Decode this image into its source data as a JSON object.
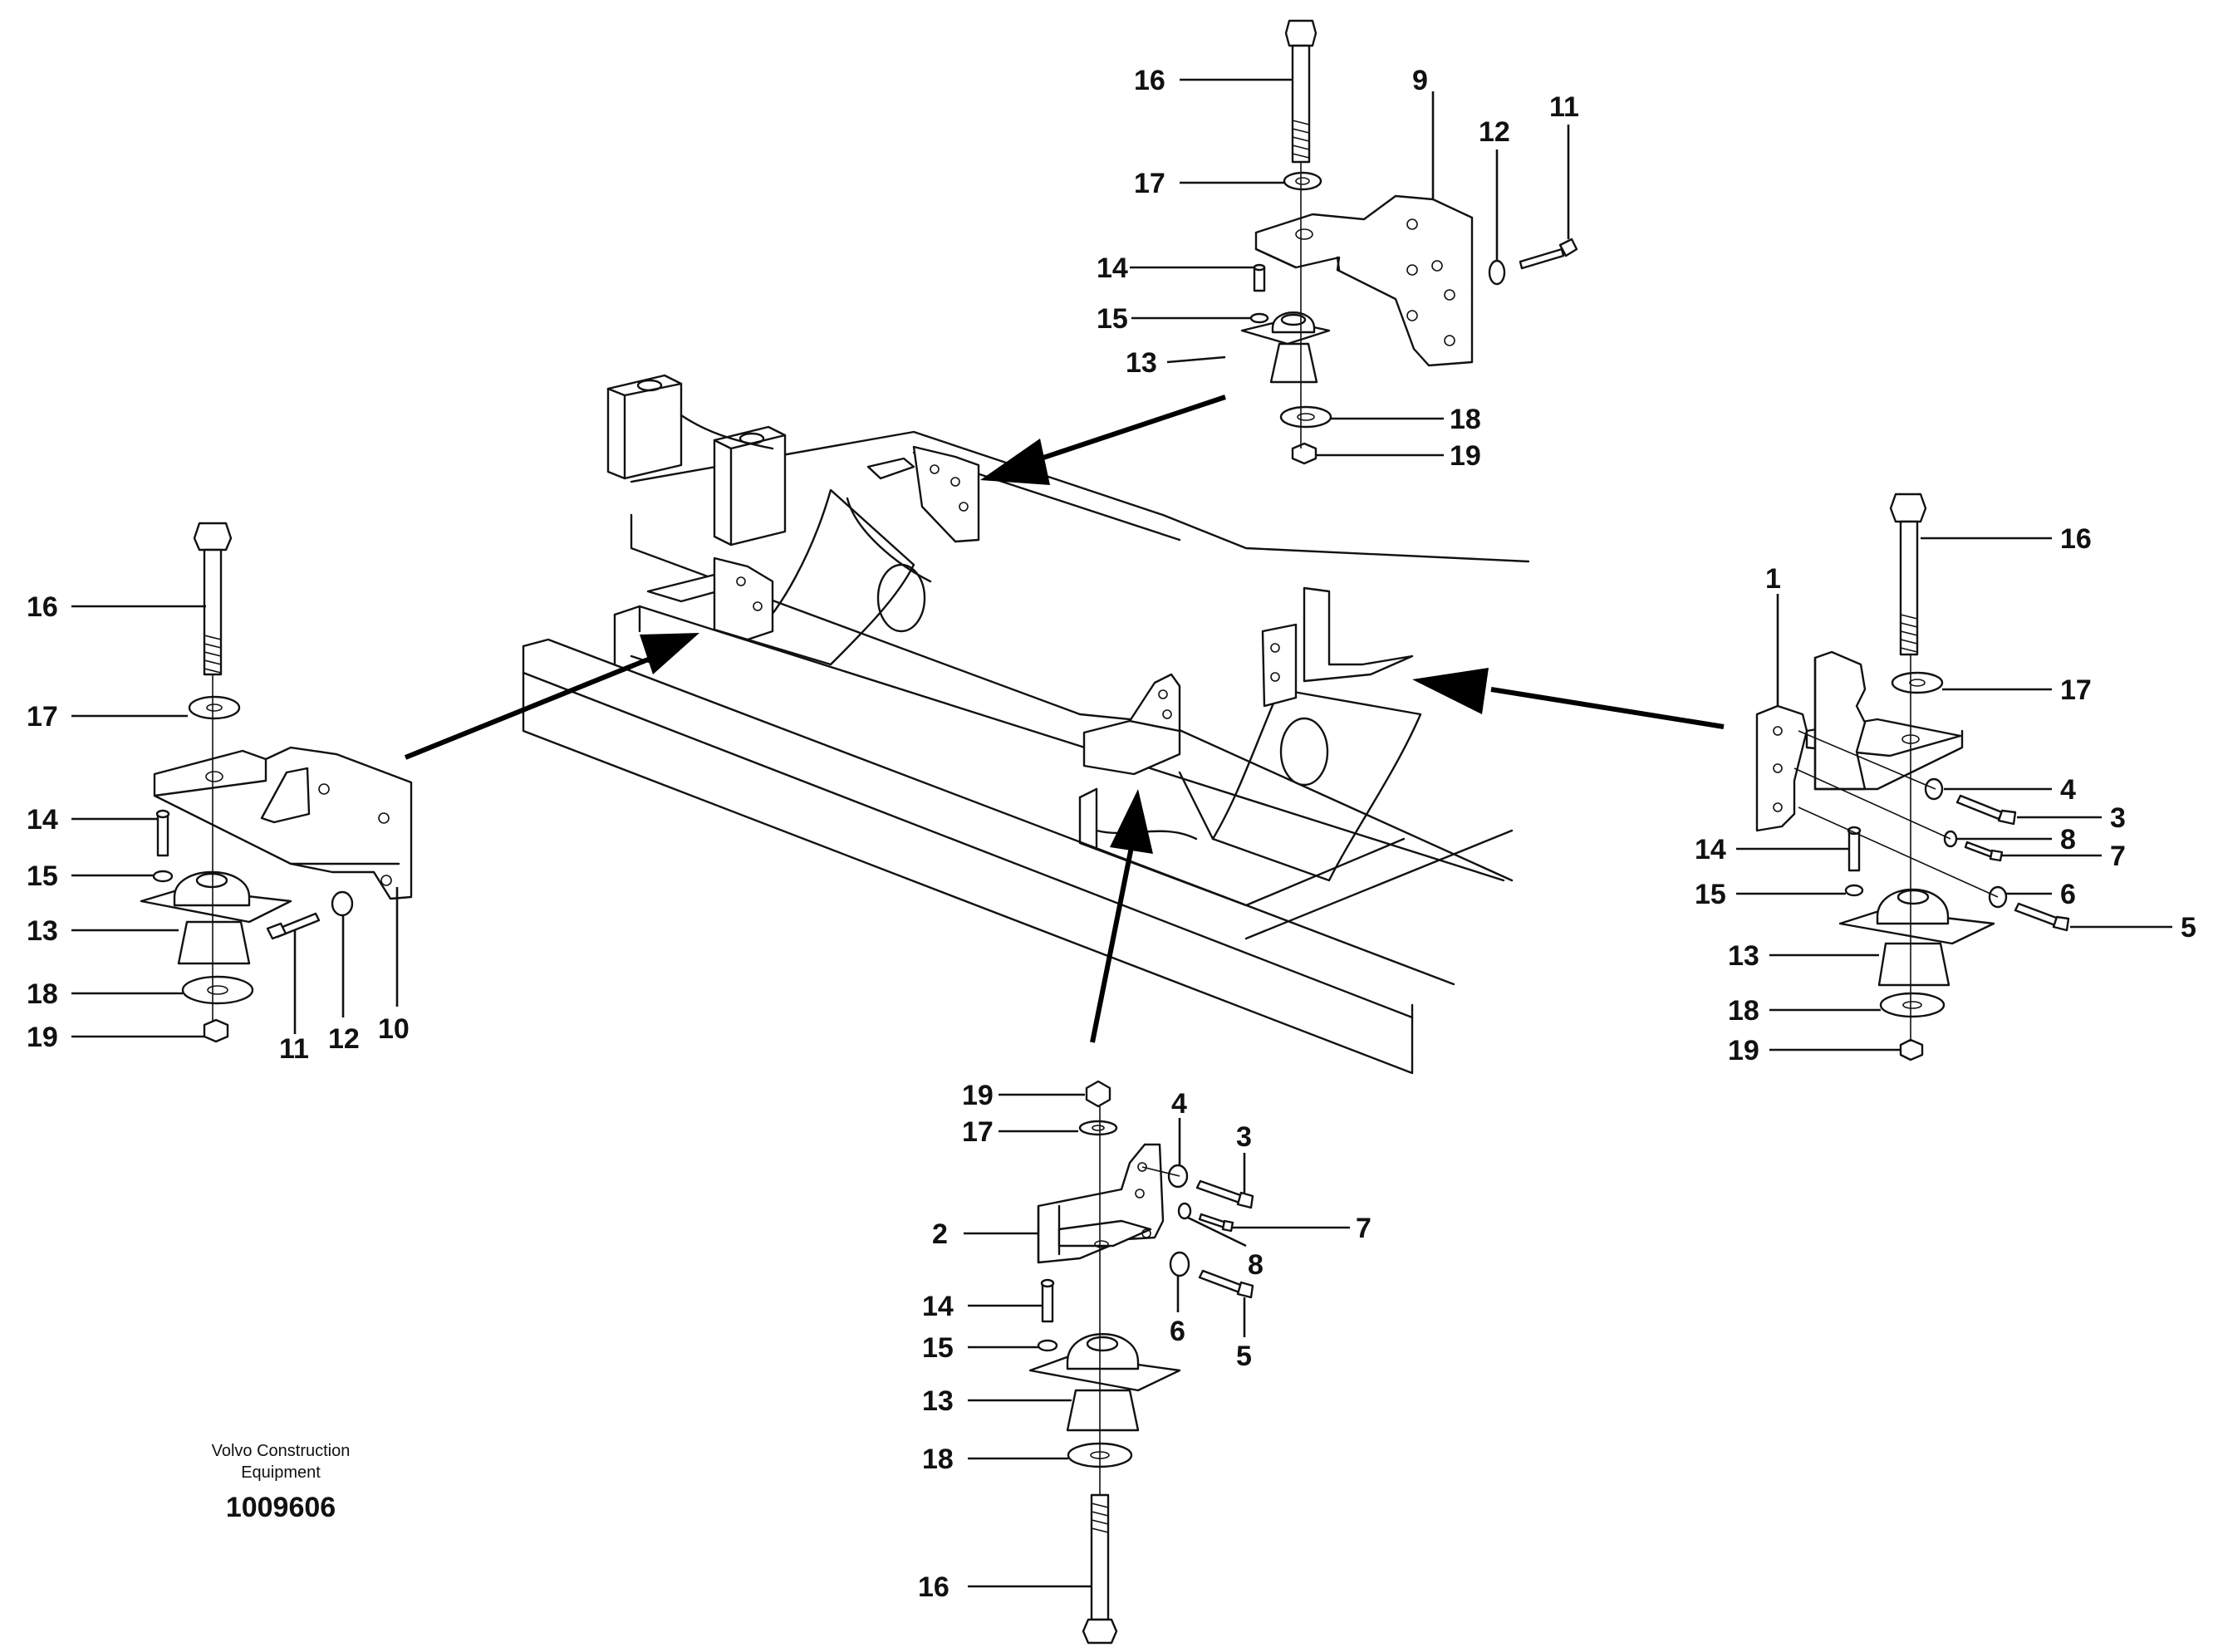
{
  "credit": {
    "line1": "Volvo Construction",
    "line2": "Equipment",
    "part_number": "1009606"
  },
  "callouts": {
    "top": {
      "c16": "16",
      "c17": "17",
      "c14": "14",
      "c15": "15",
      "c13": "13",
      "c9": "9",
      "c12": "12",
      "c11": "11",
      "c18": "18",
      "c19": "19"
    },
    "left": {
      "c16": "16",
      "c17": "17",
      "c14": "14",
      "c15": "15",
      "c13": "13",
      "c18": "18",
      "c19": "19",
      "c11": "11",
      "c12": "12",
      "c10": "10"
    },
    "right": {
      "c1": "1",
      "c16": "16",
      "c17": "17",
      "c4": "4",
      "c3": "3",
      "c8": "8",
      "c7": "7",
      "c14": "14",
      "c15": "15",
      "c6": "6",
      "c5": "5",
      "c13": "13",
      "c18": "18",
      "c19": "19"
    },
    "bottom": {
      "c19": "19",
      "c17": "17",
      "c4": "4",
      "c3": "3",
      "c2": "2",
      "c7": "7",
      "c8": "8",
      "c14": "14",
      "c6": "6",
      "c5": "5",
      "c15": "15",
      "c13": "13",
      "c18": "18",
      "c16": "16"
    }
  }
}
